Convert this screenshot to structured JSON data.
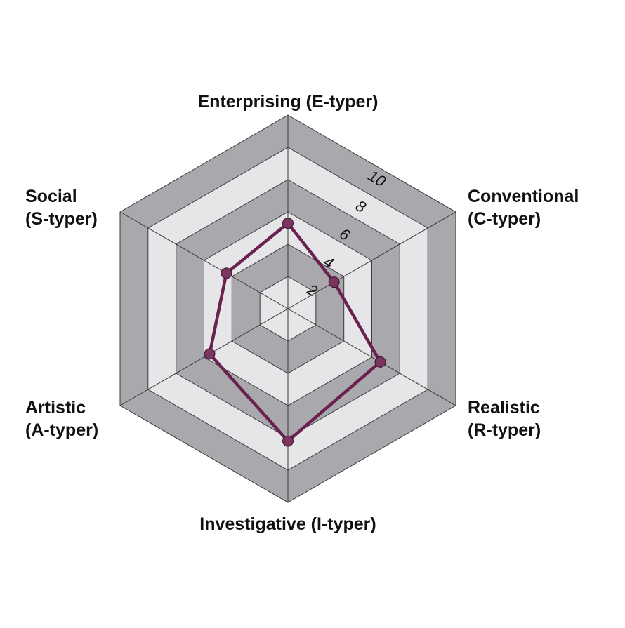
{
  "chart_data": {
    "type": "radar",
    "axes": [
      {
        "label_lines": [
          "Enterprising (E-typer)"
        ],
        "value": 5.3
      },
      {
        "label_lines": [
          "Conventional",
          "(C-typer)"
        ],
        "value": 3.3
      },
      {
        "label_lines": [
          "Realistic",
          "(R-typer)"
        ],
        "value": 6.6
      },
      {
        "label_lines": [
          "Investigative (I-typer)"
        ],
        "value": 8.2
      },
      {
        "label_lines": [
          "Artistic",
          "(A-typer)"
        ],
        "value": 5.6
      },
      {
        "label_lines": [
          "Social",
          "(S-typer)"
        ],
        "value": 4.4
      }
    ],
    "rlim": [
      0,
      12
    ],
    "ticks": [
      2,
      4,
      6,
      8,
      10
    ],
    "series_color": "#6b2150",
    "marker_color": "#7a3560",
    "band_colors": [
      "#a9a9ad",
      "#e6e6e8"
    ]
  }
}
